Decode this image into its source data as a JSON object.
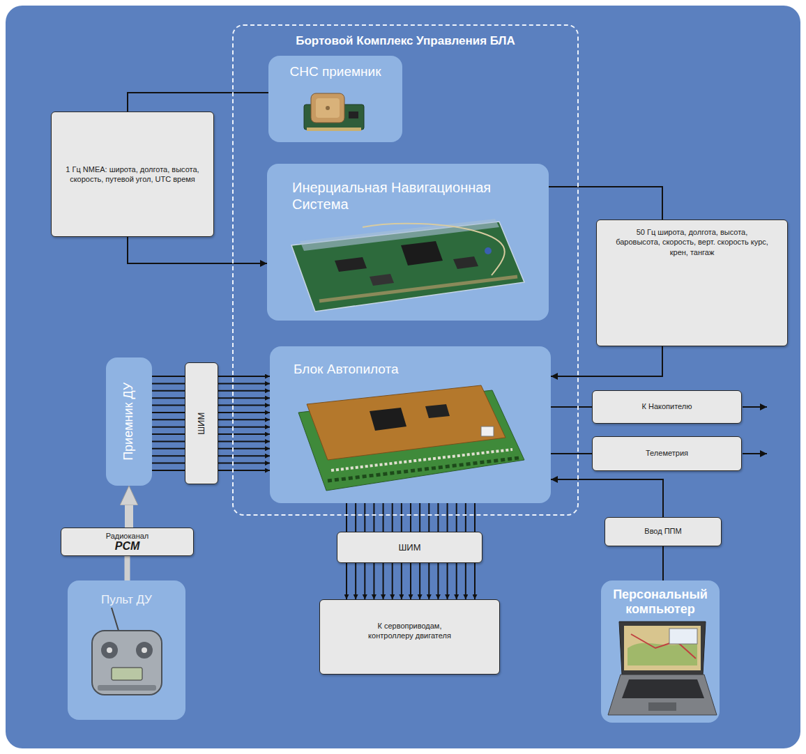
{
  "diagram": {
    "nodes": [
      {
        "text": [
          "Бортовой Комплекс Управления БЛА"
        ]
      },
      {
        "text": [
          "СНС приемник"
        ],
        "in": 0
      },
      {
        "text": [
          "Инерциальная Навигационная Система"
        ],
        "in": 0
      },
      {
        "text": [
          "Блок Автопилота"
        ],
        "in": 0
      },
      {
        "text": [
          "1 Гц NMEA: широта, долгота, высота, скорость, путевой угол, UTC время"
        ]
      },
      {
        "text": [
          "50 Гц широта, долгота, высота, баровысота, скорость, верт. скорость курс, крен, тангаж"
        ]
      },
      {
        "text": [
          "Приемник ДУ"
        ]
      },
      {
        "text": [
          "ШИМ"
        ]
      },
      {
        "text": [
          "Радиоканал",
          "PCM"
        ]
      },
      {
        "text": [
          "Пульт ДУ"
        ]
      },
      {
        "text": [
          "ШИМ"
        ]
      },
      {
        "text": [
          "К сервоприводам, контроллеру двигателя"
        ]
      },
      {
        "text": [
          "К Накопителю"
        ]
      },
      {
        "text": [
          "Телеметрия"
        ]
      },
      {
        "text": [
          "Ввод ППМ"
        ]
      },
      {
        "text": [
          "Персональный компьютер"
        ]
      }
    ],
    "edges": [
      {
        "from": 1,
        "to": 4,
        "arrow": "none"
      },
      {
        "from": 4,
        "to": 2,
        "arrow": "to"
      },
      {
        "from": 2,
        "to": 5,
        "arrow": "none"
      },
      {
        "from": 5,
        "to": 3,
        "arrow": "to"
      },
      {
        "from": 9,
        "to": 8,
        "arrow": "none"
      },
      {
        "from": 8,
        "to": 6,
        "arrow": "to"
      },
      {
        "from": 6,
        "to": 7,
        "arrow": "none"
      },
      {
        "from": 7,
        "to": 3,
        "arrow": "to"
      },
      {
        "from": 3,
        "to": 10,
        "arrow": "none"
      },
      {
        "from": 10,
        "to": 11,
        "arrow": "to"
      },
      {
        "from": 3,
        "to": 12,
        "arrow": "none"
      },
      {
        "from": 3,
        "to": 13,
        "arrow": "none"
      },
      {
        "from": 15,
        "to": 14,
        "arrow": "none"
      },
      {
        "from": 14,
        "to": 3,
        "arrow": "to"
      }
    ]
  }
}
